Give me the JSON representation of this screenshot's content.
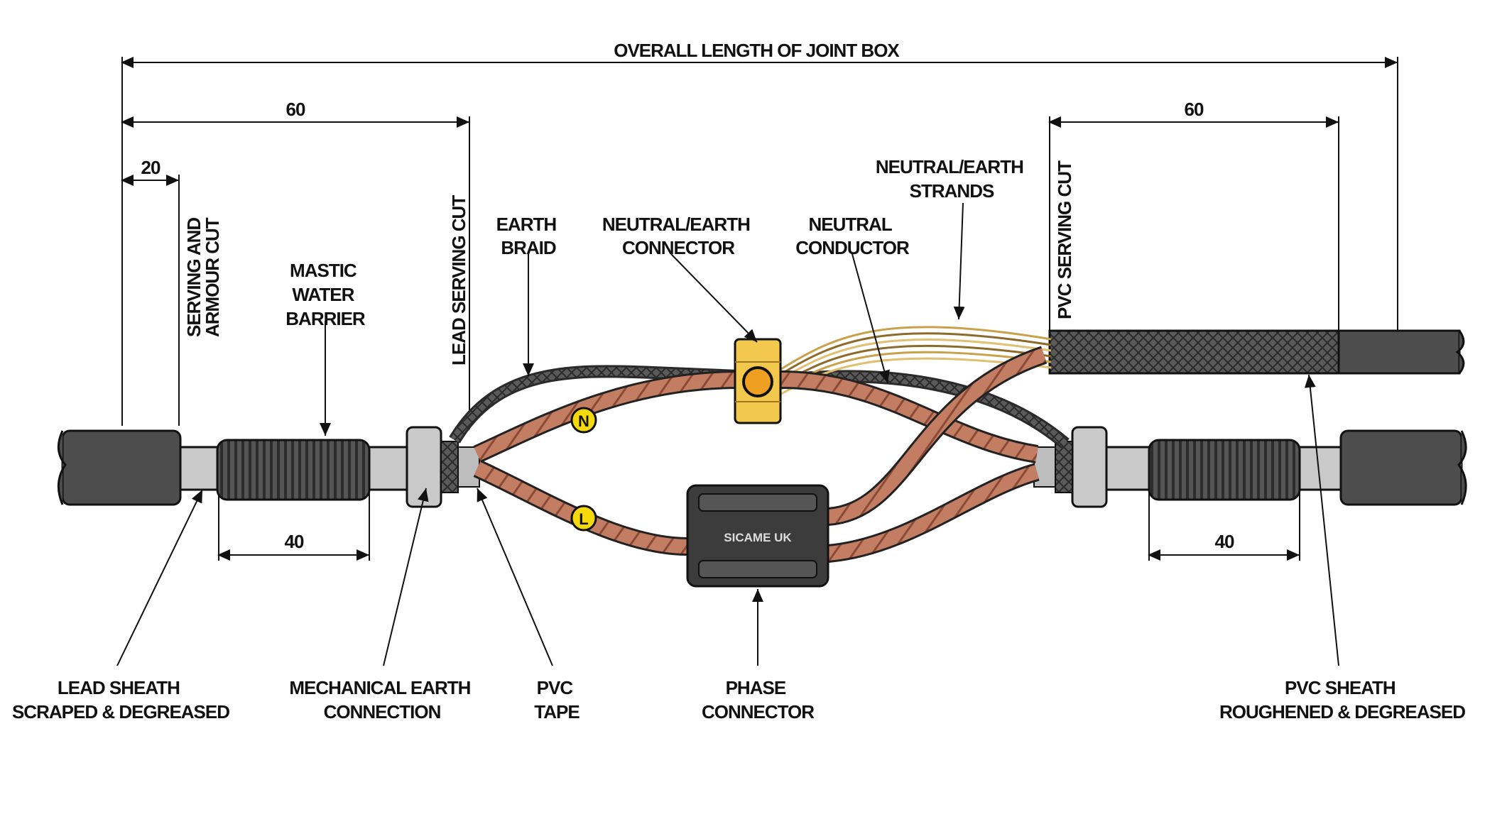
{
  "dimensions": {
    "overall": "OVERALL LENGTH OF JOINT BOX",
    "left_serving": "60",
    "armour_cut": "20",
    "left_mastic": "40",
    "right_serving": "60",
    "right_mastic": "40"
  },
  "labels": {
    "serving_armour_cut": [
      "SERVING AND",
      "ARMOUR CUT"
    ],
    "mastic_water_barrier": [
      "MASTIC",
      "WATER",
      "BARRIER"
    ],
    "lead_serving_cut": "LEAD SERVING CUT",
    "earth_braid": [
      "EARTH",
      "BRAID"
    ],
    "neutral_earth_connector": [
      "NEUTRAL/EARTH",
      "CONNECTOR"
    ],
    "neutral_conductor": [
      "NEUTRAL",
      "CONDUCTOR"
    ],
    "neutral_earth_strands": [
      "NEUTRAL/EARTH",
      "STRANDS"
    ],
    "pvc_serving_cut": "PVC SERVING CUT",
    "lead_sheath": [
      "LEAD SHEATH",
      "SCRAPED & DEGREASED"
    ],
    "mechanical_earth": [
      "MECHANICAL EARTH",
      "CONNECTION"
    ],
    "pvc_tape": [
      "PVC",
      "TAPE"
    ],
    "phase_connector": [
      "PHASE",
      "CONNECTOR"
    ],
    "pvc_sheath": [
      "PVC SHEATH",
      "ROUGHENED & DEGREASED"
    ]
  },
  "markers": {
    "neutral": "N",
    "live": "L"
  },
  "phase_connector_brand": "SICAME UK",
  "colors": {
    "cable_dark": "#4a4a4a",
    "sheath_light": "#c9c9c9",
    "copper": "#c07a60",
    "marker_yellow": "#f5d90a",
    "connector_yellow": "#f2c94c"
  }
}
